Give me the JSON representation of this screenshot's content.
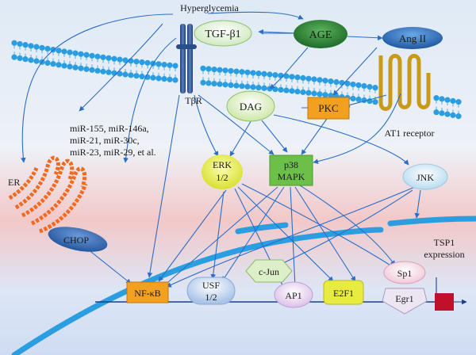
{
  "header": {
    "title": "Hyperglycemia"
  },
  "nodes": {
    "tgf": "TGF-β1",
    "age": "AGE",
    "ang2": "Ang II",
    "dag": "DAG",
    "pkc": "PKC",
    "tbr": "TβR",
    "at1": "AT1 receptor",
    "mirna": [
      "miR-155, miR-146a,",
      "miR-21, miR-30c,",
      "miR-23, miR-29, et al."
    ],
    "er": "ER",
    "erk": [
      "ERK",
      "1/2"
    ],
    "p38": [
      "p38",
      "MAPK"
    ],
    "jnk": "JNK",
    "chop": "CHOP",
    "nfkb": "NF-κB",
    "usf": [
      "USF",
      "1/2"
    ],
    "cjun": "c-Jun",
    "ap1": "AP1",
    "e2f1": "E2F1",
    "sp1": "Sp1",
    "egr1": "Egr1",
    "tsp1": [
      "TSP1",
      "expression"
    ]
  },
  "colors": {
    "tgf": "#e8f4e0",
    "age": "#3a8a3a",
    "ang2": "#2f6fb5",
    "dag": "#e4f2cc",
    "pkc": "#f2a020",
    "erk": "#eef26a",
    "p38": "#6cc04a",
    "jnk": "#d8ecf7",
    "chop": "#3f74b8",
    "nfkb": "#f2a020",
    "usf": "#c7d8f0",
    "cjun": "#dcefc8",
    "ap1": "#ecd8f2",
    "e2f1": "#e9ec40",
    "sp1": "#f7e0ea",
    "egr1": "#ece6f2",
    "tsp1_box": "#c0102a",
    "membrane": "#2a9ee0",
    "arrow": "#2a6ec8"
  }
}
